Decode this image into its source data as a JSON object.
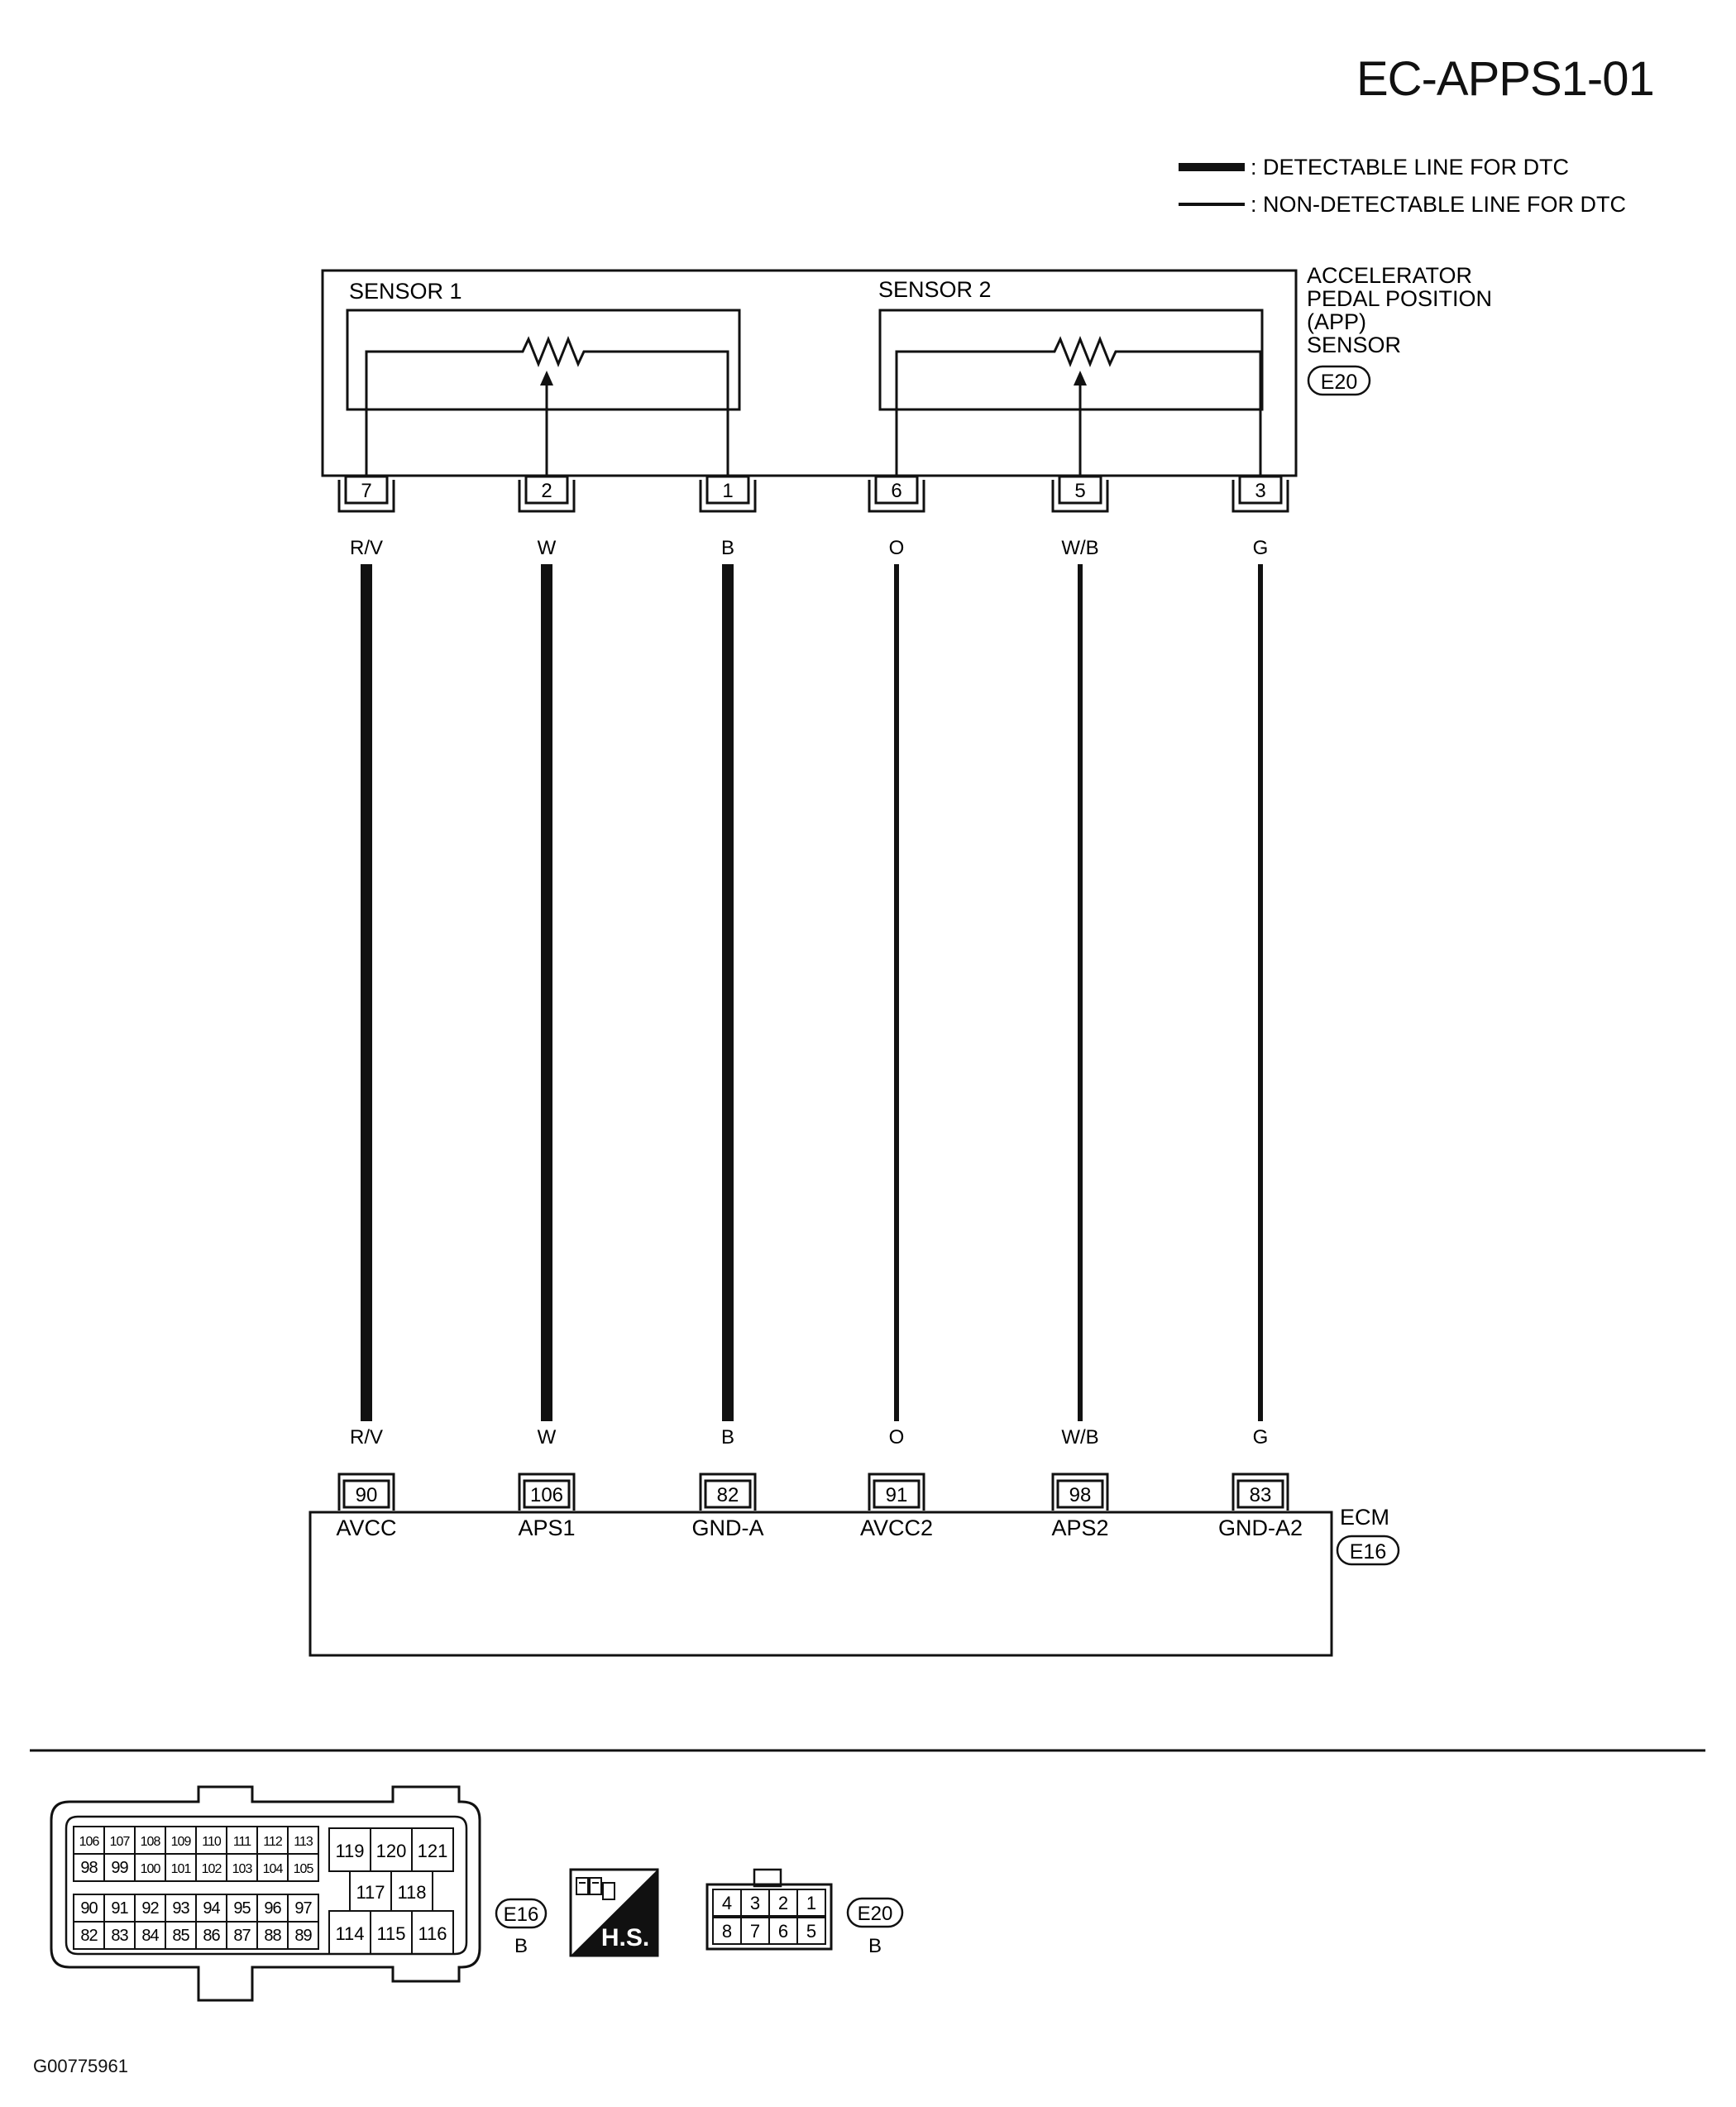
{
  "page_title": "EC-APPS1-01",
  "figure_id": "G00775961",
  "legend": {
    "detectable": ": DETECTABLE LINE FOR DTC",
    "non_detectable": ": NON-DETECTABLE LINE FOR DTC"
  },
  "sensor": {
    "name_lines": [
      "ACCELERATOR",
      "PEDAL POSITION",
      "(APP)",
      "SENSOR"
    ],
    "connector": "E20",
    "sub_sensors": [
      "SENSOR 1",
      "SENSOR 2"
    ]
  },
  "wires": [
    {
      "sensor_pin": "7",
      "color": "R/V",
      "ecm_pin": "90",
      "ecm_label": "AVCC",
      "detectable": true
    },
    {
      "sensor_pin": "2",
      "color": "W",
      "ecm_pin": "106",
      "ecm_label": "APS1",
      "detectable": true
    },
    {
      "sensor_pin": "1",
      "color": "B",
      "ecm_pin": "82",
      "ecm_label": "GND-A",
      "detectable": true
    },
    {
      "sensor_pin": "6",
      "color": "O",
      "ecm_pin": "91",
      "ecm_label": "AVCC2",
      "detectable": false
    },
    {
      "sensor_pin": "5",
      "color": "W/B",
      "ecm_pin": "98",
      "ecm_label": "APS2",
      "detectable": false
    },
    {
      "sensor_pin": "3",
      "color": "G",
      "ecm_pin": "83",
      "ecm_label": "GND-A2",
      "detectable": false
    }
  ],
  "ecm": {
    "name": "ECM",
    "connector": "E16"
  },
  "connector_views": {
    "e16": {
      "id": "E16",
      "color": "B",
      "rows_left": [
        [
          "106",
          "107",
          "108",
          "109",
          "110",
          "111",
          "112",
          "113"
        ],
        [
          "98",
          "99",
          "100",
          "101",
          "102",
          "103",
          "104",
          "105"
        ],
        [
          "90",
          "91",
          "92",
          "93",
          "94",
          "95",
          "96",
          "97"
        ],
        [
          "82",
          "83",
          "84",
          "85",
          "86",
          "87",
          "88",
          "89"
        ]
      ],
      "right_top": [
        "119",
        "120",
        "121"
      ],
      "right_mid": [
        "117",
        "118"
      ],
      "right_bottom": [
        "114",
        "115",
        "116"
      ]
    },
    "hs_badge": "H.S.",
    "e20": {
      "id": "E20",
      "color": "B",
      "top_row": [
        "4",
        "3",
        "2",
        "1"
      ],
      "bottom_row": [
        "8",
        "7",
        "6",
        "5"
      ]
    }
  }
}
